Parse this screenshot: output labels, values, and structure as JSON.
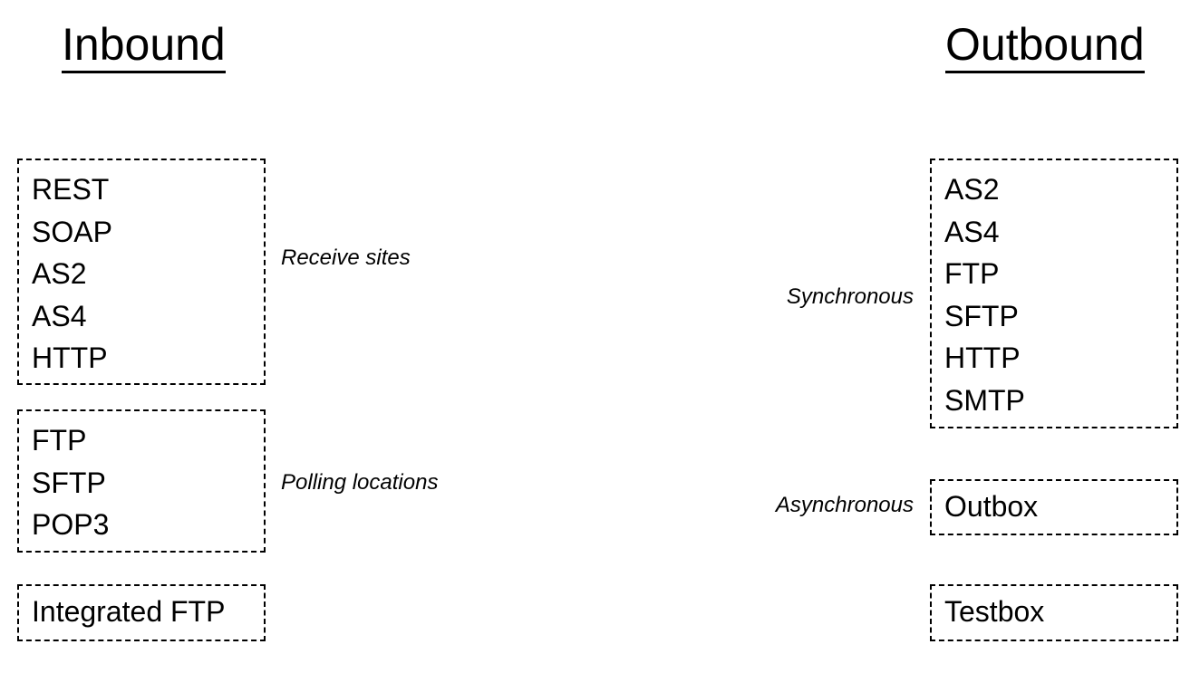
{
  "diagram": {
    "title_left": "Inbound",
    "title_right": "Outbound",
    "inbound": {
      "groups": [
        {
          "annotation": "Receive sites",
          "items": [
            "REST",
            "SOAP",
            "AS2",
            "AS4",
            "HTTP"
          ]
        },
        {
          "annotation": "Polling locations",
          "items": [
            "FTP",
            "SFTP",
            "POP3"
          ]
        },
        {
          "annotation": "",
          "items": [
            "Integrated FTP"
          ]
        }
      ]
    },
    "outbound": {
      "groups": [
        {
          "annotation": "Synchronous",
          "items": [
            "AS2",
            "AS4",
            "FTP",
            "SFTP",
            "HTTP",
            "SMTP"
          ]
        },
        {
          "annotation": "Asynchronous",
          "items": [
            "Outbox"
          ]
        },
        {
          "annotation": "",
          "items": [
            "Testbox"
          ]
        }
      ]
    },
    "colors": {
      "background": "#ffffff",
      "text": "#000000",
      "border": "#000000"
    }
  }
}
